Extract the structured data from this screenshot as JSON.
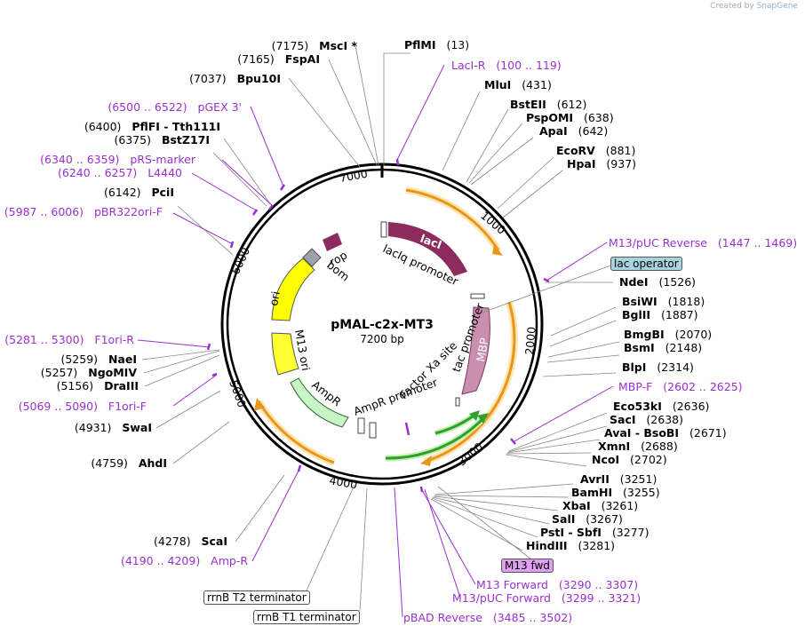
{
  "credit": {
    "prefix": "Created by",
    "brand": "SnapGene"
  },
  "plasmid": {
    "name": "pMAL-c2x-MT3",
    "size_label": "7200 bp",
    "length": 7200
  },
  "ticks": [
    "1000",
    "2000",
    "3000",
    "4000",
    "5000",
    "6000",
    "7000"
  ],
  "sites": [
    {
      "name": "PflMI",
      "pos": "(13)"
    },
    {
      "name": "MluI",
      "pos": "(431)"
    },
    {
      "name": "BstEII",
      "pos": "(612)"
    },
    {
      "name": "PspOMI",
      "pos": "(638)"
    },
    {
      "name": "ApaI",
      "pos": "(642)"
    },
    {
      "name": "EcoRV",
      "pos": "(881)"
    },
    {
      "name": "HpaI",
      "pos": "(937)"
    },
    {
      "name": "NdeI",
      "pos": "(1526)"
    },
    {
      "name": "BsiWI",
      "pos": "(1818)"
    },
    {
      "name": "BglII",
      "pos": "(1887)"
    },
    {
      "name": "BmgBI",
      "pos": "(2070)"
    },
    {
      "name": "BsmI",
      "pos": "(2148)"
    },
    {
      "name": "BlpI",
      "pos": "(2314)"
    },
    {
      "name": "Eco53kI",
      "pos": "(2636)"
    },
    {
      "name": "SacI",
      "pos": "(2638)"
    },
    {
      "name": "AvaI - BsoBI",
      "pos": "(2671)"
    },
    {
      "name": "XmnI",
      "pos": "(2688)"
    },
    {
      "name": "NcoI",
      "pos": "(2702)"
    },
    {
      "name": "AvrII",
      "pos": "(3251)"
    },
    {
      "name": "BamHI",
      "pos": "(3255)"
    },
    {
      "name": "XbaI",
      "pos": "(3261)"
    },
    {
      "name": "SalI",
      "pos": "(3267)"
    },
    {
      "name": "PstI - SbfI",
      "pos": "(3277)"
    },
    {
      "name": "HindIII",
      "pos": "(3281)"
    },
    {
      "name": "ScaI",
      "pos": "(4278)"
    },
    {
      "name": "AhdI",
      "pos": "(4759)"
    },
    {
      "name": "SwaI",
      "pos": "(4931)"
    },
    {
      "name": "DraIII",
      "pos": "(5156)"
    },
    {
      "name": "NgoMIV",
      "pos": "(5257)"
    },
    {
      "name": "NaeI",
      "pos": "(5259)"
    },
    {
      "name": "PciI",
      "pos": "(6142)"
    },
    {
      "name": "BstZ17I",
      "pos": "(6375)"
    },
    {
      "name": "PflFI - Tth111I",
      "pos": "(6400)"
    },
    {
      "name": "Bpu10I",
      "pos": "(7037)"
    },
    {
      "name": "FspAI",
      "pos": "(7165)"
    },
    {
      "name": "MscI *",
      "pos": "(7175)"
    }
  ],
  "primers": [
    {
      "name": "LacI-R",
      "range": "(100 .. 119)"
    },
    {
      "name": "M13/pUC Reverse",
      "range": "(1447 .. 1469)"
    },
    {
      "name": "MBP-F",
      "range": "(2602 .. 2625)"
    },
    {
      "name": "M13 Forward",
      "range": "(3290 .. 3307)"
    },
    {
      "name": "M13/pUC Forward",
      "range": "(3299 .. 3321)"
    },
    {
      "name": "pBAD Reverse",
      "range": "(3485 .. 3502)"
    },
    {
      "name": "Amp-R",
      "range": "(4190 .. 4209)"
    },
    {
      "name": "F1ori-F",
      "range": "(5069 .. 5090)"
    },
    {
      "name": "F1ori-R",
      "range": "(5281 .. 5300)"
    },
    {
      "name": "pBR322ori-F",
      "range": "(5987 .. 6006)"
    },
    {
      "name": "L4440",
      "range": "(6240 .. 6257)"
    },
    {
      "name": "pRS-marker",
      "range": "(6340 .. 6359)"
    },
    {
      "name": "pGEX 3'",
      "range": "(6500 .. 6522)"
    }
  ],
  "boxed": [
    {
      "name": "lac operator",
      "color": "#a8d4e0"
    },
    {
      "name": "M13 fwd",
      "color": "#e0a0f0"
    },
    {
      "name": "rrnB T2 terminator",
      "color": "#ffffff"
    },
    {
      "name": "rrnB T1 terminator",
      "color": "#ffffff"
    }
  ],
  "features": [
    {
      "name": "lacI",
      "color": "#8b2b5e",
      "icon": "arrow"
    },
    {
      "name": "lacIq promoter",
      "color": "#ffffff",
      "icon": "promoter"
    },
    {
      "name": "MBP",
      "color": "#c98fae",
      "icon": "arrow"
    },
    {
      "name": "tac promoter",
      "color": "#ffffff",
      "icon": "promoter"
    },
    {
      "name": "Factor Xa site",
      "color": "#ffffff",
      "icon": "site"
    },
    {
      "name": "AmpR promoter",
      "color": "#ffffff",
      "icon": "promoter"
    },
    {
      "name": "AmpR",
      "color": "#c8f5c8",
      "icon": "arrow"
    },
    {
      "name": "M13 ori",
      "color": "#ffff33",
      "icon": "arrow"
    },
    {
      "name": "ori",
      "color": "#ffff00",
      "icon": "arrow"
    },
    {
      "name": "bom",
      "color": "#9aa3ab",
      "icon": "box"
    },
    {
      "name": "rop",
      "color": "#8b2b5e",
      "icon": "arrow"
    }
  ],
  "colors": {
    "primer": "#9b30d0",
    "orf": "#e8961e",
    "green_arc": "#2ea02e",
    "backbone": "#000000"
  }
}
